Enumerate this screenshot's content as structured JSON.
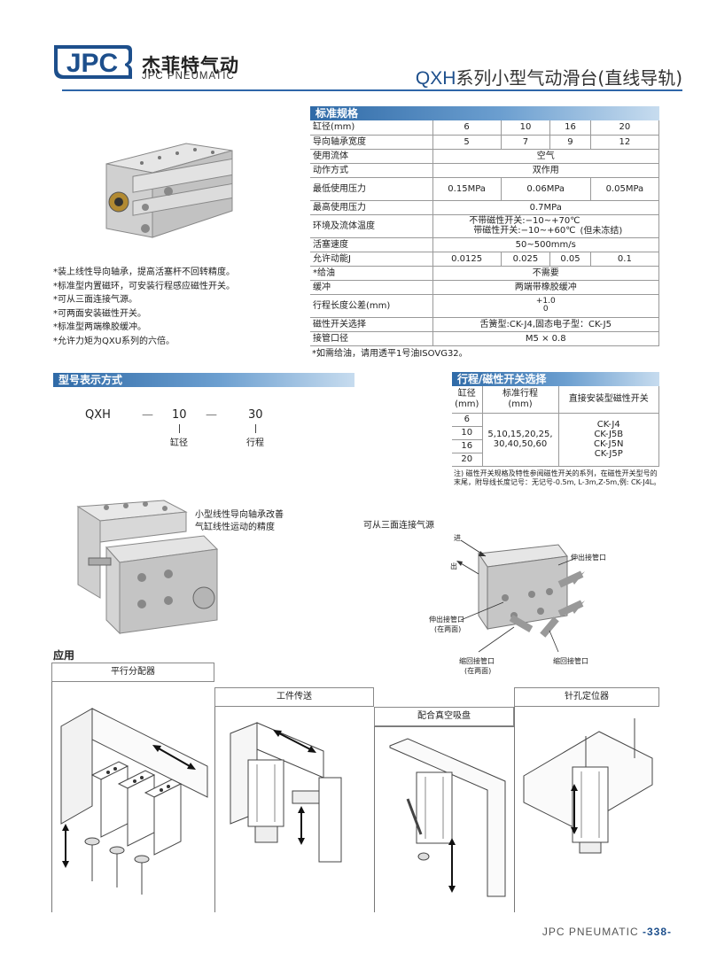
{
  "brand": {
    "logo_text": "JPC",
    "name_cn": "杰菲特气动",
    "name_en": "JPC PNEUMATIC"
  },
  "title": {
    "model": "QXH",
    "text": "系列小型气动滑台(直线导轨)"
  },
  "spec": {
    "heading": "标准规格",
    "bore_label": "缸径(mm)",
    "bores": [
      "6",
      "10",
      "16",
      "20"
    ],
    "rows": {
      "bearing_width": {
        "label": "导向轴承宽度",
        "values": [
          "5",
          "7",
          "9",
          "12"
        ]
      },
      "fluid": {
        "label": "使用流体",
        "value": "空气"
      },
      "action": {
        "label": "动作方式",
        "value": "双作用"
      },
      "min_pressure": {
        "label": "最低使用压力",
        "v1": "0.15MPa",
        "v2": "0.06MPa",
        "v3": "0.05MPa"
      },
      "max_pressure": {
        "label": "最高使用压力",
        "value": "0.7MPa"
      },
      "temperature": {
        "label": "环境及流体温度",
        "line1": "不带磁性开关:−10~+70℃",
        "line2": "带磁性开关:−10~+60℃",
        "suffix": "(但未冻结)"
      },
      "speed": {
        "label": "活塞速度",
        "value": "50~500mm/s"
      },
      "energy": {
        "label": "允许动能J",
        "values": [
          "0.0125",
          "0.025",
          "0.05",
          "0.1"
        ]
      },
      "lube": {
        "label": "*给油",
        "value": "不需要"
      },
      "cushion": {
        "label": "缓冲",
        "value": "两端带橡胶缓冲"
      },
      "tolerance": {
        "label": "行程长度公差(mm)",
        "upper": "+1.0",
        "lower": "0"
      },
      "switch": {
        "label": "磁性开关选择",
        "value": "舌簧型:CK-J4,固态电子型：CK-J5"
      },
      "port": {
        "label": "接管口径",
        "value": "M5 × 0.8"
      }
    },
    "note": "*如需给油，请用透平1号油ISOVG32。"
  },
  "features": [
    "*装上线性导向轴承，提高活塞杆不回转精度。",
    "*标准型内置磁环，可安装行程感应磁性开关。",
    "*可从三面连接气源。",
    "*可两面安装磁性开关。",
    "*标准型两端橡胶缓冲。",
    "*允许力矩为QXU系列的六倍。"
  ],
  "model_code": {
    "heading": "型号表示方式",
    "series": "QXH",
    "dash": "—",
    "bore": "10",
    "stroke": "30",
    "bore_label": "缸径",
    "stroke_label": "行程"
  },
  "stroke_table": {
    "heading": "行程/磁性开关选择",
    "h_bore": "缸径",
    "h_bore_unit": "(mm)",
    "h_stroke": "标准行程",
    "h_stroke_unit": "(mm)",
    "h_switch": "直接安装型磁性开关",
    "bores": [
      "6",
      "10",
      "16",
      "20"
    ],
    "strokes_line1": "5,10,15,20,25,",
    "strokes_line2": "30,40,50,60",
    "switches": [
      "CK-J4",
      "CK-J5B",
      "CK-J5N",
      "CK-J5P"
    ],
    "note": "注) 磁性开关规格及特性参阅磁性开关的系列，在磁性开关型号的末尾，附导线长度记号：无记号-0.5m, L-3m,Z-5m,例: CK-J4L。"
  },
  "product_caption": {
    "line1": "小型线性导向轴承改善",
    "line2": "气缸线性运动的精度"
  },
  "ports_diagram": {
    "title": "可从三面连接气源",
    "in": "进",
    "out": "出",
    "extend_port": "伸出接管口",
    "extend_port_left": "伸出接管口",
    "both_sides": "(在两面)",
    "retract_port": "缩回接管口",
    "retract_both": "(在两面)",
    "retract_port_right": "缩回接管口"
  },
  "applications": {
    "heading": "应用",
    "items": [
      "平行分配器",
      "工件传送",
      "配合真空吸盘",
      "针孔定位器"
    ]
  },
  "footer": {
    "brand": "JPC PNEUMATIC",
    "page": "-338-"
  },
  "colors": {
    "accent": "#1d4f8c",
    "band": "#2f6aa7"
  }
}
